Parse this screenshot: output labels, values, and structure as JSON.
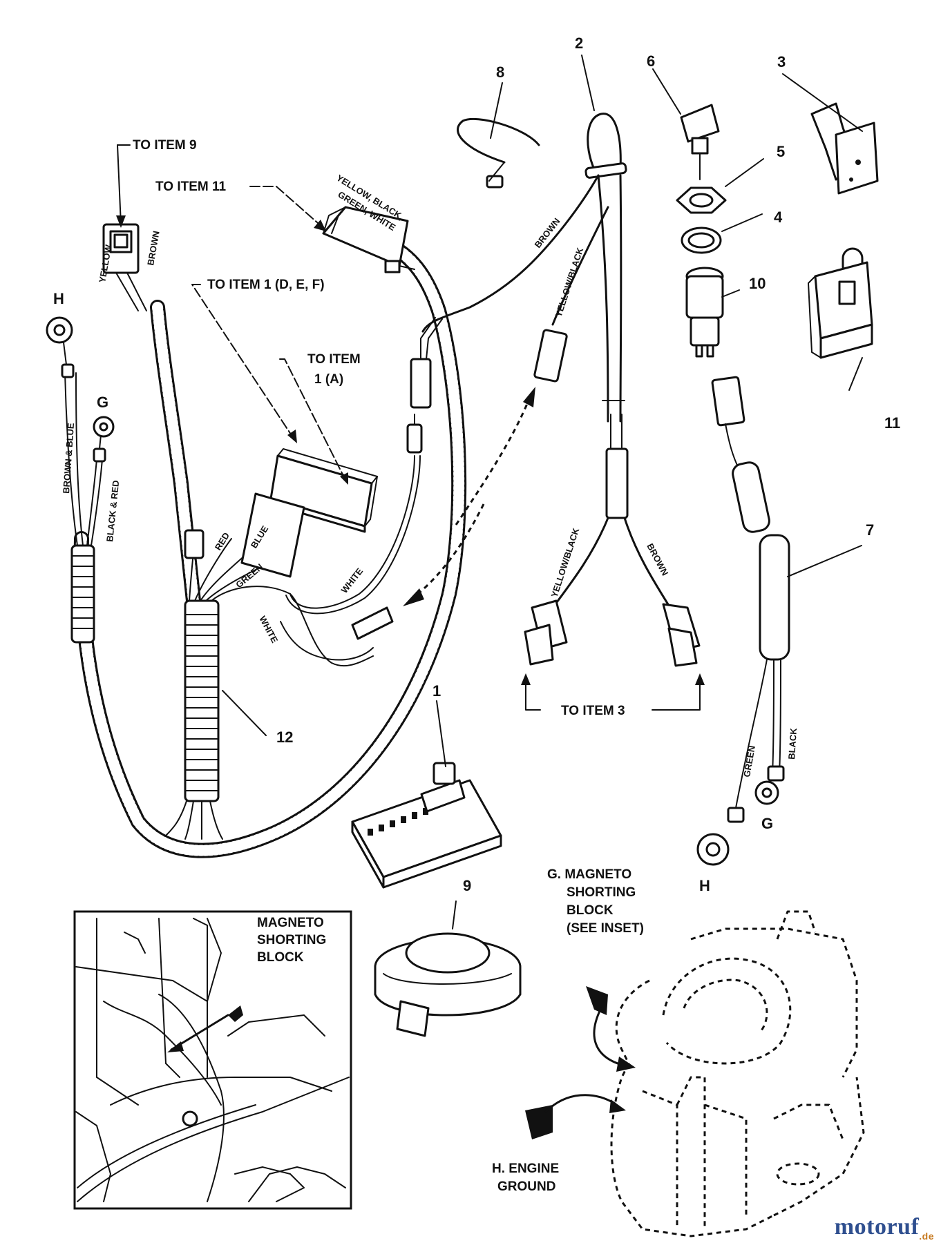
{
  "item_numbers": {
    "n1": "1",
    "n2": "2",
    "n3": "3",
    "n4": "4",
    "n5": "5",
    "n6": "6",
    "n7": "7",
    "n8": "8",
    "n9": "9",
    "n10": "10",
    "n11": "11",
    "n12": "12"
  },
  "callouts": {
    "to_item_9": "TO ITEM 9",
    "to_item_11": "TO ITEM 11",
    "to_item_1_def": "TO ITEM 1 (D, E, F)",
    "to_item_1a_line1": "TO ITEM",
    "to_item_1a_line2": "1 (A)",
    "to_item_3": "TO ITEM 3"
  },
  "wire_labels": {
    "yellow": "YELLOW",
    "brown": "BROWN",
    "ybgw_line1": "YELLOW, BLACK,",
    "ybgw_line2": "GREEN, WHITE",
    "brown_top": "BROWN",
    "yellow_black_top": "YELLOW/BLACK",
    "brown_blue": "BROWN & BLUE",
    "black_red": "BLACK & RED",
    "red": "RED",
    "blue": "BLUE",
    "green": "GREEN",
    "white1": "WHITE",
    "white2": "WHITE",
    "yellow_black_low": "YELLOW/BLACK",
    "brown_low": "BROWN",
    "green7": "GREEN",
    "black7": "BLACK"
  },
  "terminal_letters": {
    "h_left": "H",
    "g_left": "G",
    "g_right": "G",
    "h_right": "H"
  },
  "inset": {
    "line1": "MAGNETO",
    "line2": "SHORTING",
    "line3": "BLOCK"
  },
  "engine_labels": {
    "g_line1": "G. MAGNETO",
    "g_line2": "SHORTING",
    "g_line3": "BLOCK",
    "g_line4": "(SEE INSET)",
    "h_line1": "H. ENGINE",
    "h_line2": "GROUND"
  },
  "watermark": {
    "name": "motoruf",
    "suffix": ".de"
  }
}
